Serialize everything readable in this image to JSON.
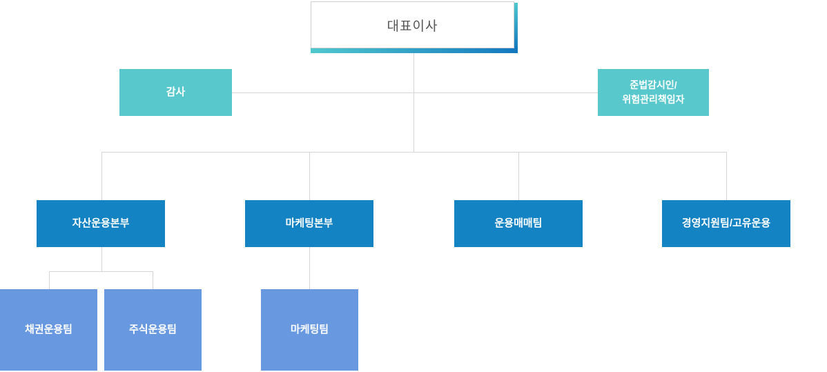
{
  "colors": {
    "teal": "#58c8cd",
    "blue": "#1383c4",
    "light_blue": "#6899e0",
    "line": "#d5d5d5",
    "grad_start": "#4fc8ce",
    "grad_end": "#1378bf",
    "ceo_text": "#555555",
    "node_text": "#ffffff"
  },
  "org": {
    "ceo": {
      "label": "대표이사"
    },
    "staff": {
      "audit": {
        "label": "감사"
      },
      "compliance": {
        "label": "준법감시인/\n위험관리책임자"
      }
    },
    "divisions": [
      {
        "label": "자산운용본부"
      },
      {
        "label": "마케팅본부"
      },
      {
        "label": "운용매매팀"
      },
      {
        "label": "경영지원팀/고유운용"
      }
    ],
    "teams": [
      {
        "label": "채권운용팀"
      },
      {
        "label": "주식운용팀"
      },
      {
        "label": "마케팅팀"
      }
    ]
  }
}
